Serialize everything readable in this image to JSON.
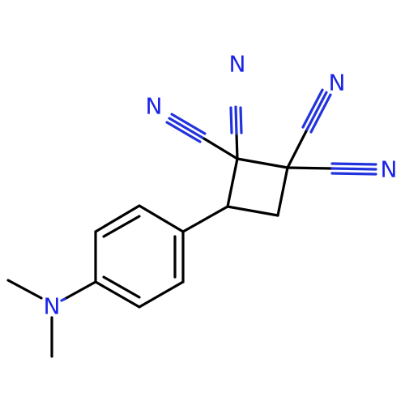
{
  "molecule": {
    "atoms": {
      "nitrile_n_top": "N",
      "nitrile_n_left": "N",
      "nitrile_n_upper_right": "N",
      "nitrile_n_right": "N",
      "dimethylamino_n": "N"
    },
    "colors": {
      "bond": "#000000",
      "nitrogen": "#1a24e6"
    }
  }
}
